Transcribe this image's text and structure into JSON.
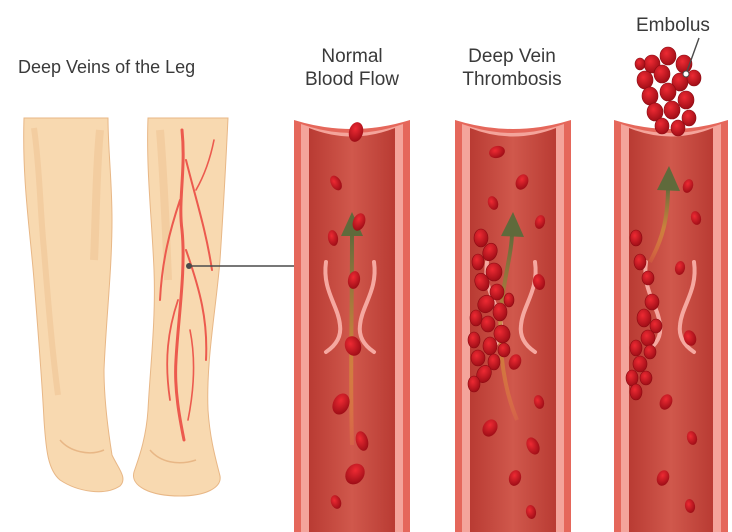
{
  "labels": {
    "legs": "Deep Veins of the Leg",
    "normal": [
      "Normal",
      "Blood Flow"
    ],
    "dvt": [
      "Deep Vein",
      "Thrombosis"
    ],
    "embolus": "Embolus"
  },
  "colors": {
    "skin": "#f8d9b0",
    "skin_shade": "#efc493",
    "vein_highlight": "#ec5a4e",
    "vessel_outer": "#e5675b",
    "vessel_wall": "#f4a49b",
    "vessel_inner": "#c9473e",
    "blood_cell": "#d0151f",
    "blood_cell_dark": "#9a0c15",
    "flow_arrow": "#5f6a3b",
    "valve": "#f5a8a0",
    "pointer_line": "#4a4a4a"
  }
}
